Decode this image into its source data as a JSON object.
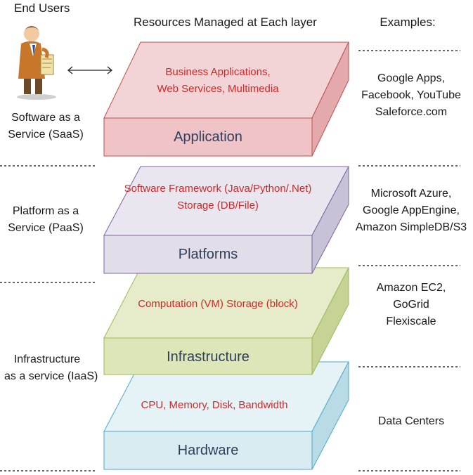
{
  "headers": {
    "end_users": "End Users",
    "resources": "Resources Managed at Each layer",
    "examples": "Examples:"
  },
  "service_models": [
    {
      "line1": "Software as a",
      "line2": "Service (SaaS)"
    },
    {
      "line1": "Platform as a",
      "line2": "Service (PaaS)"
    },
    {
      "line1": "Infrastructure",
      "line2": "as a service (IaaS)"
    }
  ],
  "layers": [
    {
      "name": "Application",
      "resources": [
        "Business Applications,",
        "Web Services,  Multimedia"
      ],
      "top_color": "#f2d4d6",
      "front_color": "#f0c4c7",
      "side_color": "#e3a9ad",
      "border": "#c0504d"
    },
    {
      "name": "Platforms",
      "resources": [
        "Software Framework (Java/Python/.Net)",
        "Storage (DB/File)"
      ],
      "top_color": "#e9e6ef",
      "front_color": "#e1dde9",
      "side_color": "#c8c2d6",
      "border": "#8064a2"
    },
    {
      "name": "Infrastructure",
      "resources": [
        "Computation (VM)  Storage (block)"
      ],
      "top_color": "#e6ecc9",
      "front_color": "#dce6b8",
      "side_color": "#c5d395",
      "border": "#9bbb59"
    },
    {
      "name": "Hardware",
      "resources": [
        "CPU, Memory, Disk, Bandwidth"
      ],
      "top_color": "#e5f2f6",
      "front_color": "#d9ecf2",
      "side_color": "#b9dbe6",
      "border": "#4bacc6"
    }
  ],
  "examples": [
    [
      "Google Apps,",
      "Facebook, YouTube",
      "Saleforce.com"
    ],
    [
      "Microsoft Azure,",
      "Google AppEngine,",
      "Amazon SimpleDB/S3"
    ],
    [
      "Amazon EC2,",
      "GoGrid",
      "Flexiscale"
    ],
    [
      "Data Centers"
    ]
  ],
  "icons": {
    "end_user": "businessman-icon",
    "connector": "double-arrow-icon"
  }
}
